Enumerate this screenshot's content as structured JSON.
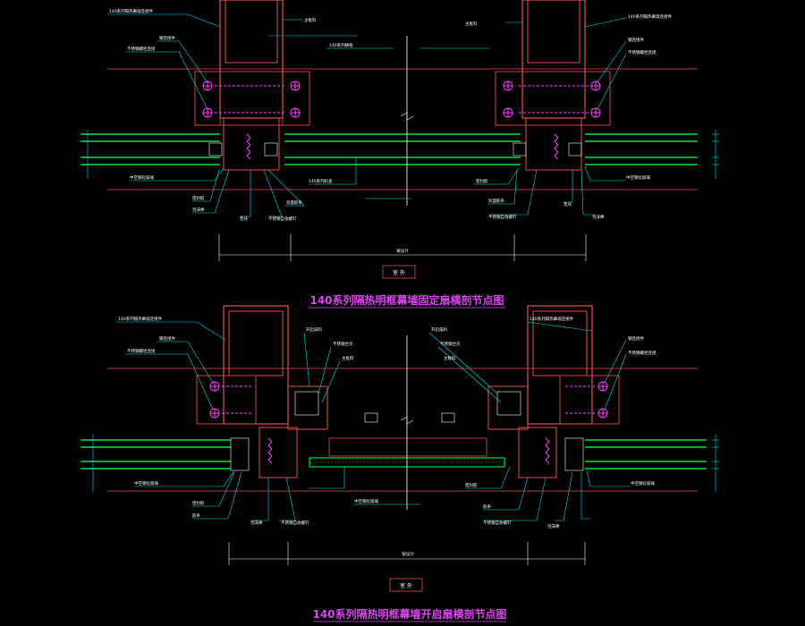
{
  "drawing": {
    "title_top": "140系列隔热明框幕墙固定扇横剖节点图",
    "title_bottom": "140系列隔热明框幕墙开启扇横剖节点图",
    "outdoor_label_top": "室 外",
    "outdoor_label_bottom": "室 外",
    "dimension_text": "按设计"
  },
  "labels_top": {
    "main_profile_l": "主框料",
    "main_profile_r": "主框料",
    "steel_l": "钢连接件",
    "steel_r": "钢连接件",
    "bolt_l": "不锈钢螺栓连接",
    "bolt_r": "不锈钢螺栓连接",
    "conn_top_l": "140系列隔热幕墙连接件",
    "conn_top_r": "140系列隔热幕墙连接件",
    "cover_c": "140系列横框",
    "glass_l": "中空钢化玻璃",
    "glass_r": "中空钢化玻璃",
    "seal_l": "密封胶",
    "seal_r": "密封胶",
    "foam_l": "泡沫棒",
    "foam_r": "泡沫棒",
    "pad_l": "垫块",
    "pad_r": "垫块",
    "tape_l": "双面胶条",
    "tape_r": "双面胶条",
    "screw_l": "不锈钢自攻螺钉",
    "screw_r": "不锈钢自攻螺钉",
    "cap_c": "140系列扣盖"
  },
  "labels_bottom": {
    "main_profile_l": "主框料",
    "main_profile_r": "主框料",
    "steel_l": "钢连接件",
    "steel_r": "钢连接件",
    "bolt_l": "不锈钢螺栓连接",
    "bolt_r": "不锈钢螺栓连接",
    "conn_top_l": "140系列隔热幕墙连接件",
    "conn_top_r": "140系列隔热幕墙连接件",
    "sash_l": "开启扇料",
    "sash_r": "开启扇料",
    "hinge_l": "不锈钢合页",
    "hinge_r": "不锈钢合页",
    "glass_l": "中空钢化玻璃",
    "glass_r": "中空钢化玻璃",
    "seal_l": "密封胶",
    "seal_r": "密封胶",
    "strip_l": "胶条",
    "strip_r": "胶条",
    "foam_l": "泡沫棒",
    "foam_r": "泡沫棒",
    "screw_l": "不锈钢自攻螺钉",
    "screw_r": "不锈钢自攻螺钉",
    "sash_glass_c": "中空钢化玻璃"
  },
  "colors": {
    "glass": "#00e040",
    "profile": "#e05050",
    "steel_box": "#d04040",
    "leader": "#00e0e0",
    "text": "#ffffff",
    "title": "#d946ef",
    "hatch": "#ff40ff",
    "axis": "#ffffff"
  }
}
